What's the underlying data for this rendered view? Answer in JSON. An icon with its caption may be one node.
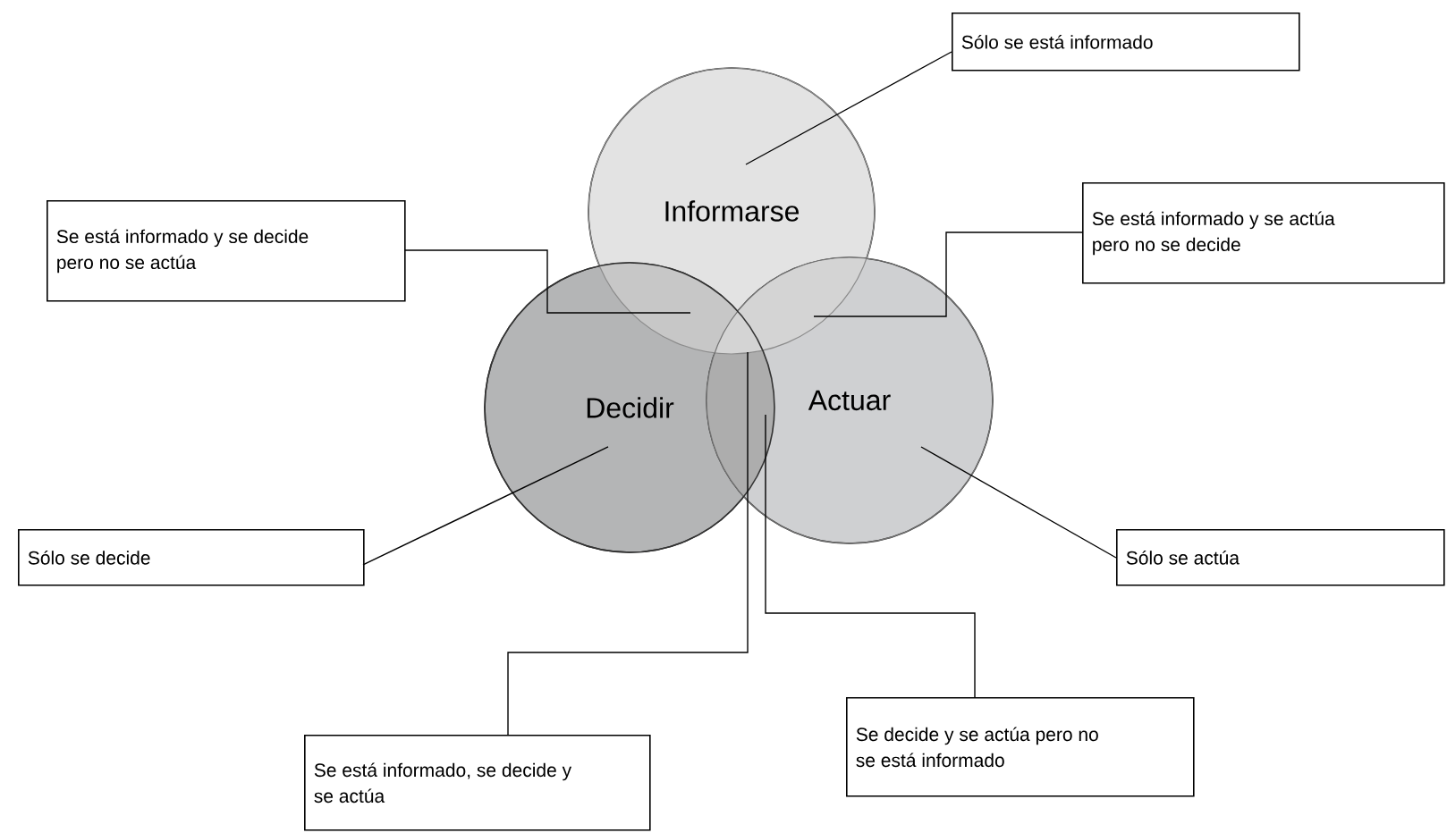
{
  "diagram": {
    "nodes": [
      {
        "text": [
          "Informarse"
        ]
      },
      {
        "text": [
          "Decidir"
        ]
      },
      {
        "text": [
          "Actuar"
        ]
      },
      {
        "text": [
          "Sólo se está informado"
        ]
      },
      {
        "text": [
          "Se está informado y se decide pero no se actúa"
        ]
      },
      {
        "text": [
          "Se está informado y se actúa pero no se decide"
        ]
      },
      {
        "text": [
          "Sólo se decide"
        ]
      },
      {
        "text": [
          "Sólo se actúa"
        ]
      },
      {
        "text": [
          "Se decide y se actúa pero no se está informado"
        ]
      },
      {
        "text": [
          "Se está informado, se decide y se actúa"
        ]
      }
    ],
    "edges": [
      {
        "from": 3,
        "to": 0,
        "arrow": "none"
      },
      {
        "from": 4,
        "to": 0,
        "arrow": "none"
      },
      {
        "from": 5,
        "to": 2,
        "arrow": "none"
      },
      {
        "from": 6,
        "to": 1,
        "arrow": "none"
      },
      {
        "from": 7,
        "to": 2,
        "arrow": "none"
      },
      {
        "from": 8,
        "to": 2,
        "arrow": "none"
      },
      {
        "from": 9,
        "to": 2,
        "arrow": "none"
      }
    ]
  }
}
